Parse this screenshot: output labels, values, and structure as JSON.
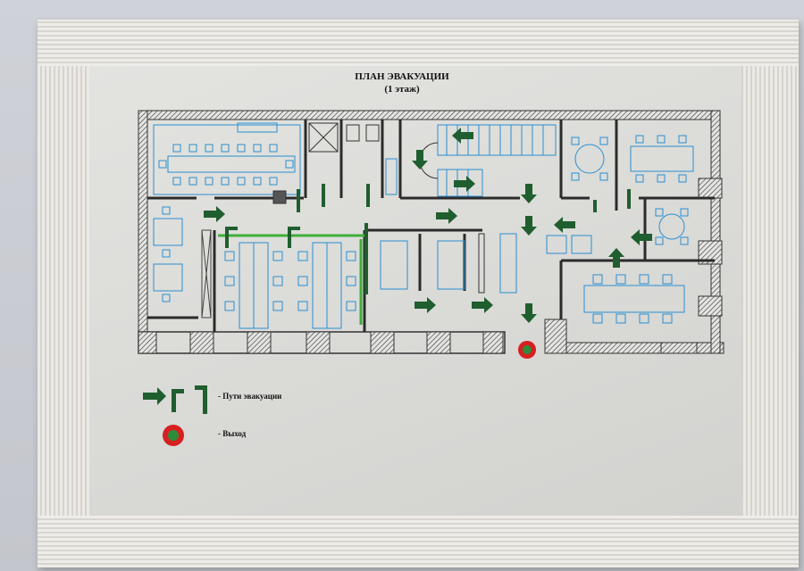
{
  "plan": {
    "title": "ПЛАН ЭВАКУАЦИИ",
    "subtitle": "(1 этаж)"
  },
  "legend": {
    "routes_label": "- Пути эвакуации",
    "exit_label": "- Выход"
  },
  "colors": {
    "wall": "#2b2b2b",
    "furniture": "#2a8fd0",
    "arrow": "#1f5e2e",
    "route_line": "#3fae3a",
    "exit_ring": "#d62020",
    "exit_center": "#2e8b3a"
  }
}
